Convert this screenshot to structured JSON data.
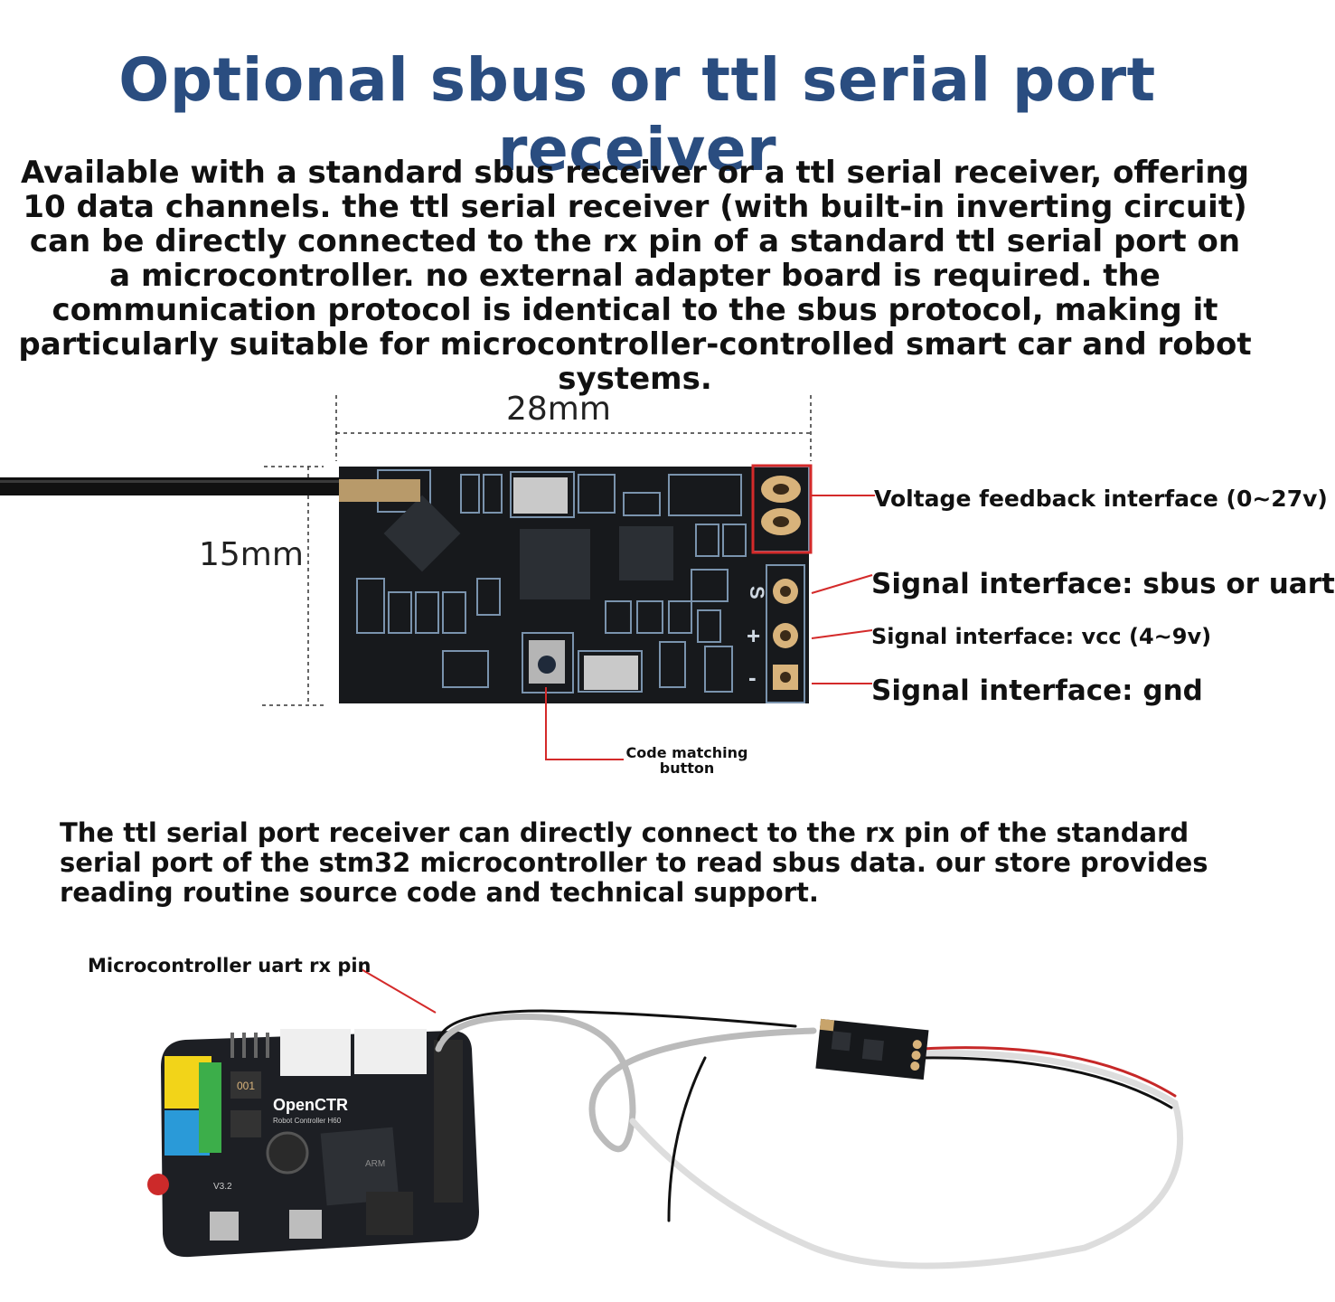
{
  "title": "Optional sbus or ttl serial port receiver",
  "intro": "Available with a standard sbus receiver or a ttl serial receiver, offering 10 data channels. the ttl serial receiver (with built-in inverting circuit) can be directly connected to the rx pin of a standard ttl serial port on a microcontroller. no external adapter board is required. the communication protocol is identical to the sbus protocol, making it particularly suitable for microcontroller-controlled smart car and robot systems.",
  "dimensions": {
    "width": "28mm",
    "height": "15mm"
  },
  "callouts": {
    "voltage": "Voltage feedback interface (0~27v)",
    "signal": "Signal interface: sbus or uart",
    "vcc": "Signal interface: vcc (4~9v)",
    "gnd": "Signal interface: gnd",
    "button": "Code matching button"
  },
  "pin_marks": {
    "signal": "S",
    "vcc": "+",
    "gnd": "-"
  },
  "note": "The ttl serial port receiver can directly connect to the rx pin of the standard serial port of the stm32 microcontroller to read sbus data. our store provides reading routine source code and technical support.",
  "photo": {
    "rx_label": "Microcontroller uart rx pin",
    "board_name": "OpenCTR",
    "board_sub": "Robot Controller H60",
    "board_ver": "V3.2",
    "board_chip": "ARM",
    "board_cap": "001"
  },
  "colors": {
    "title": "#2a4d80",
    "callout_line": "#d42a2a",
    "pcb": "#17191c",
    "pcb_trace": "#7a93ad"
  }
}
